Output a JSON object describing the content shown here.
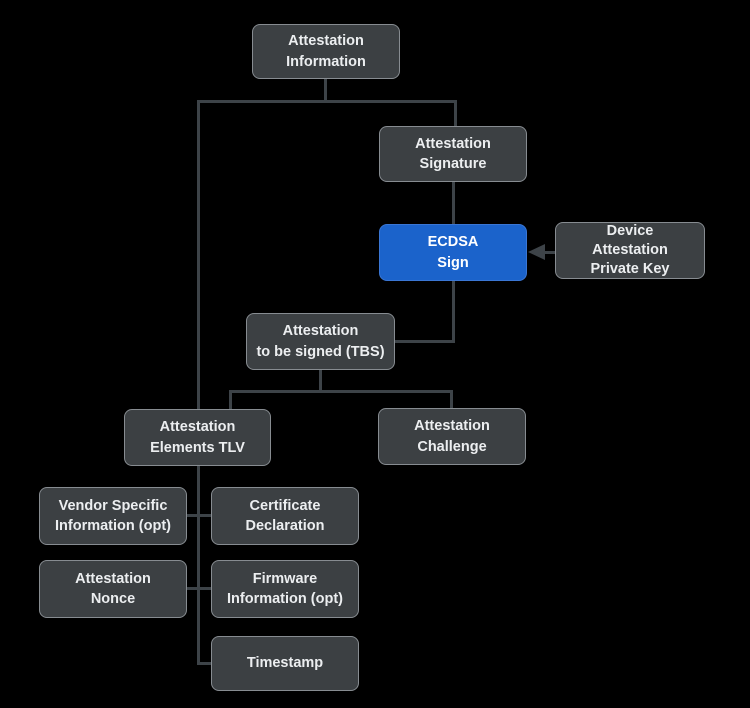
{
  "diagram": {
    "title": "Attestation Information structure",
    "colors": {
      "background": "#000000",
      "node_fill": "#3c4043",
      "node_border": "#878c91",
      "node_text": "#eceef0",
      "accent_fill": "#1b63cb",
      "connector": "#3d4348"
    },
    "nodes": {
      "attestation_information": {
        "label": "Attestation\nInformation"
      },
      "attestation_signature": {
        "label": "Attestation\nSignature"
      },
      "ecdsa_sign": {
        "label": "ECDSA\nSign"
      },
      "device_attestation_private_key": {
        "label": "Device\nAttestation\nPrivate Key"
      },
      "attestation_tbs": {
        "label": "Attestation\nto be signed (TBS)"
      },
      "attestation_elements_tlv": {
        "label": "Attestation\nElements TLV"
      },
      "attestation_challenge": {
        "label": "Attestation\nChallenge"
      },
      "vendor_specific_information": {
        "label": "Vendor Specific\nInformation (opt)"
      },
      "certificate_declaration": {
        "label": "Certificate\nDeclaration"
      },
      "attestation_nonce": {
        "label": "Attestation\nNonce"
      },
      "firmware_information": {
        "label": "Firmware\nInformation (opt)"
      },
      "timestamp": {
        "label": "Timestamp"
      }
    },
    "edges": [
      "Attestation Information -> Attestation Signature",
      "Attestation Information -> Attestation Elements TLV",
      "Attestation Signature -> ECDSA Sign",
      "Device Attestation Private Key -> ECDSA Sign (arrow)",
      "ECDSA Sign -> Attestation to be signed (TBS)",
      "Attestation to be signed (TBS) -> Attestation Elements TLV",
      "Attestation to be signed (TBS) -> Attestation Challenge",
      "Attestation Elements TLV -> Vendor Specific Information (opt)",
      "Attestation Elements TLV -> Certificate Declaration",
      "Attestation Elements TLV -> Attestation Nonce",
      "Attestation Elements TLV -> Firmware Information (opt)",
      "Attestation Elements TLV -> Timestamp"
    ]
  }
}
